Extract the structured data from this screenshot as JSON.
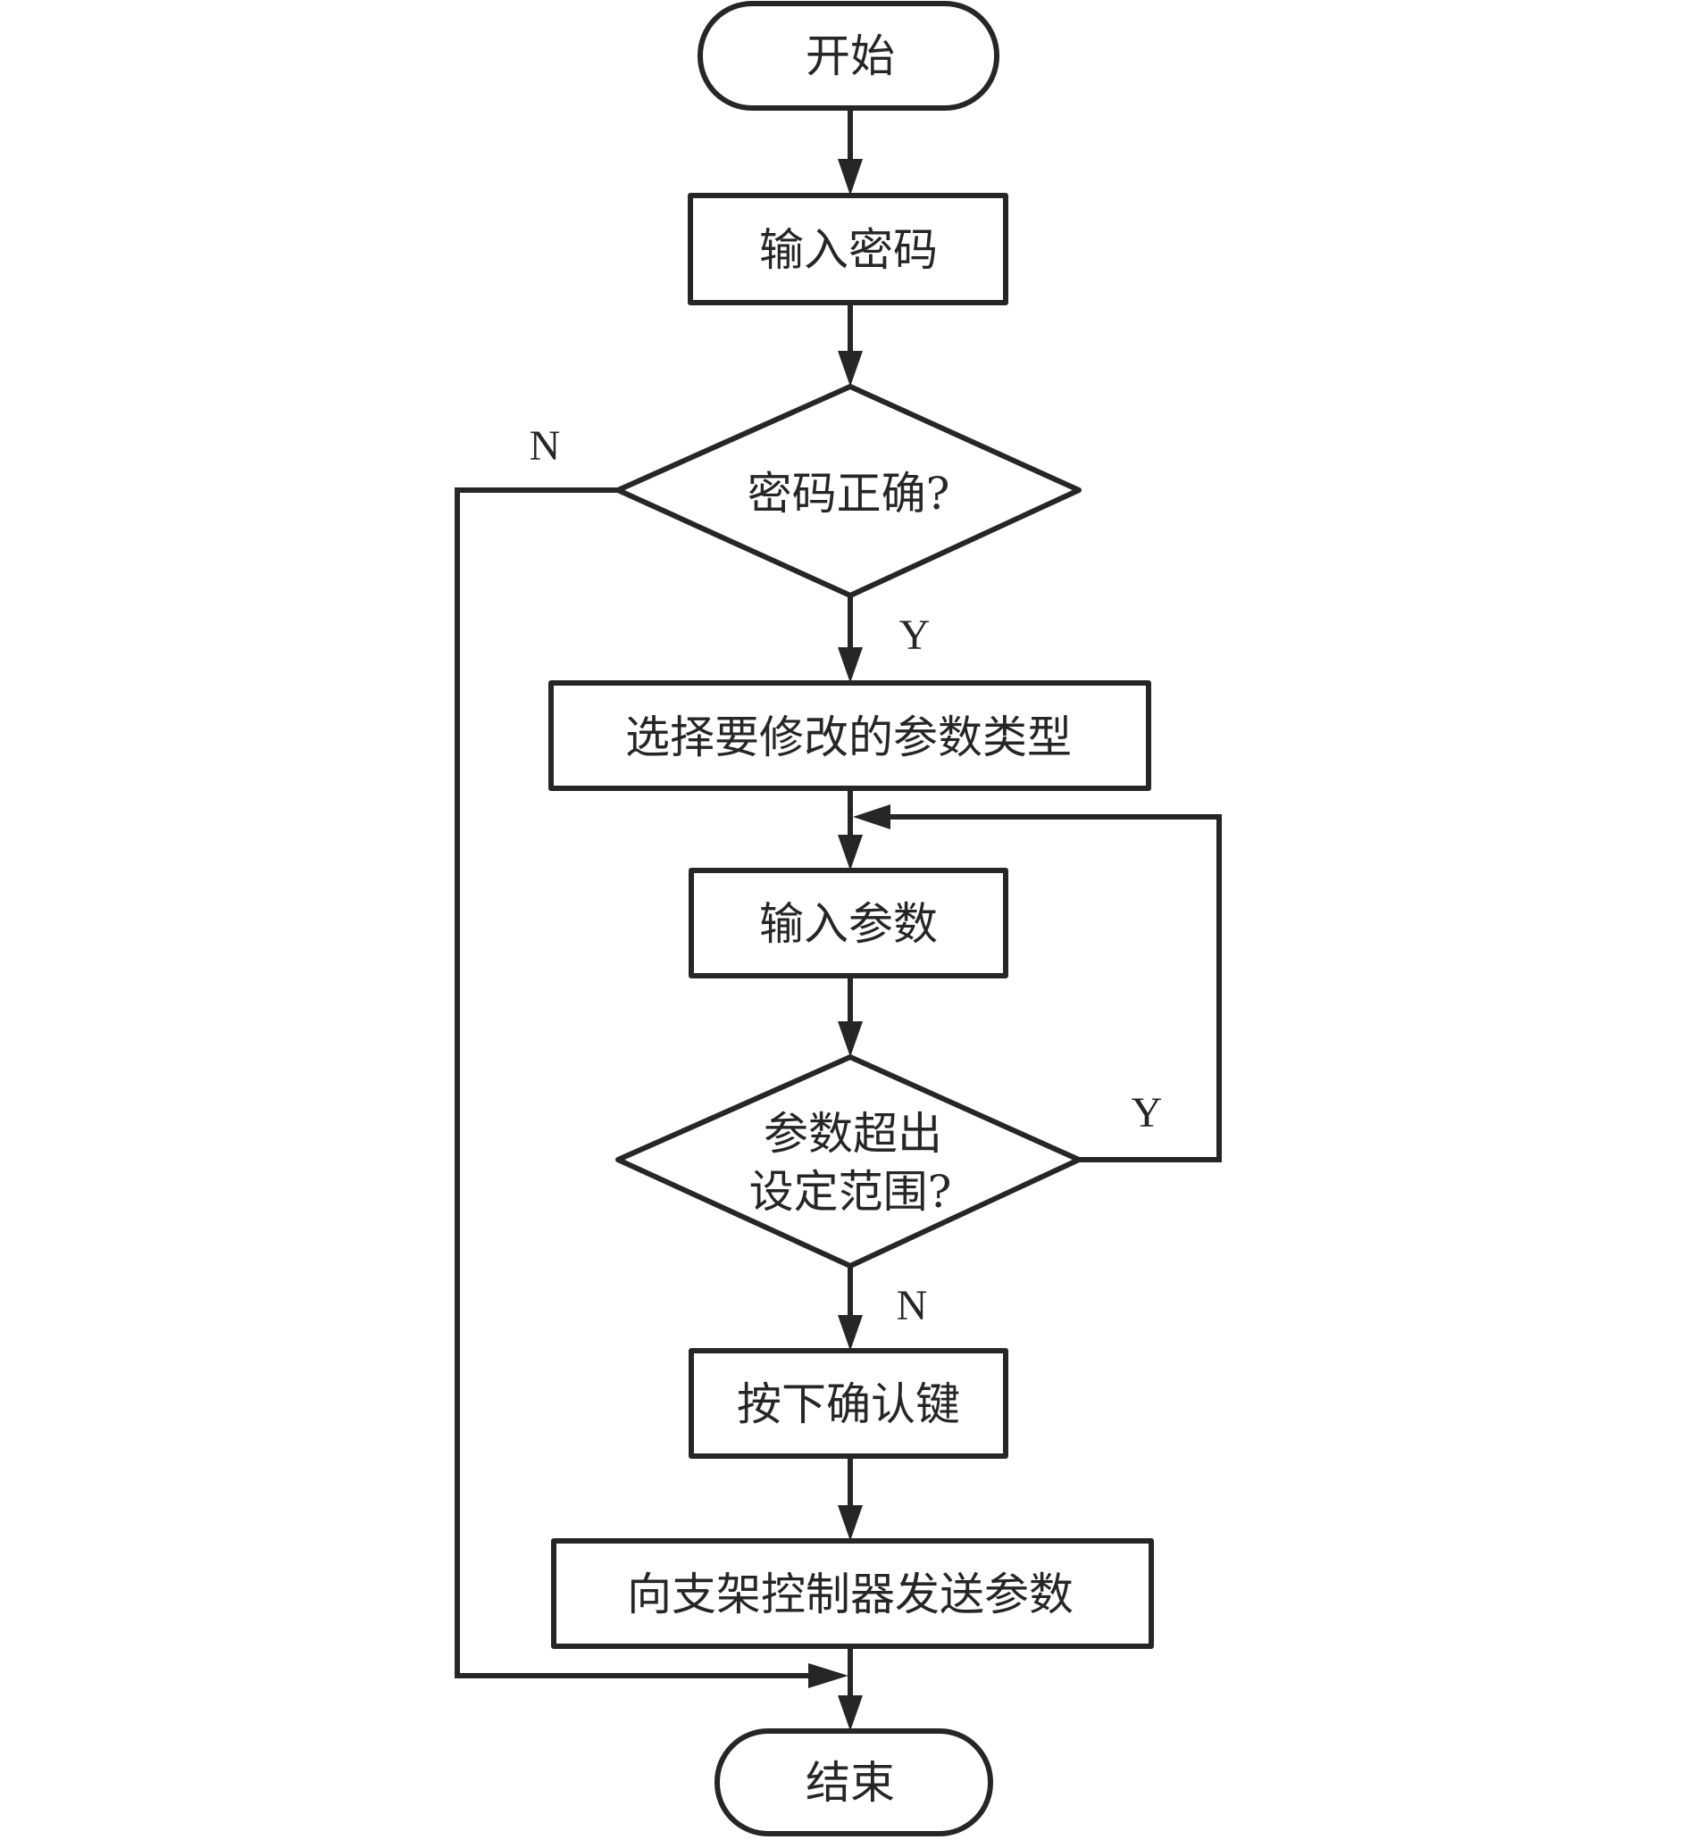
{
  "diagram": {
    "type": "flowchart",
    "nodes": {
      "start": {
        "kind": "terminal",
        "text": "开始"
      },
      "input_password": {
        "kind": "process",
        "text": "输入密码"
      },
      "password_check": {
        "kind": "decision",
        "text": "密码正确?"
      },
      "select_param_type": {
        "kind": "process",
        "text": "选择要修改的参数类型"
      },
      "input_params": {
        "kind": "process",
        "text": "输入参数"
      },
      "range_check": {
        "kind": "decision",
        "lines": [
          "参数超出",
          "设定范围?"
        ]
      },
      "press_confirm": {
        "kind": "process",
        "text": "按下确认键"
      },
      "send_params": {
        "kind": "process",
        "text": "向支架控制器发送参数"
      },
      "end": {
        "kind": "terminal",
        "text": "结束"
      }
    },
    "edges": [
      {
        "from": "start",
        "to": "input_password",
        "label": ""
      },
      {
        "from": "input_password",
        "to": "password_check",
        "label": ""
      },
      {
        "from": "password_check",
        "to": "select_param_type",
        "label": "Y"
      },
      {
        "from": "password_check",
        "to": "end",
        "label": "N"
      },
      {
        "from": "select_param_type",
        "to": "input_params",
        "label": ""
      },
      {
        "from": "input_params",
        "to": "range_check",
        "label": ""
      },
      {
        "from": "range_check",
        "to": "input_params",
        "label": "Y"
      },
      {
        "from": "range_check",
        "to": "press_confirm",
        "label": "N"
      },
      {
        "from": "press_confirm",
        "to": "send_params",
        "label": ""
      },
      {
        "from": "send_params",
        "to": "end",
        "label": ""
      }
    ],
    "branch_labels": {
      "password_yes": "Y",
      "password_no": "N",
      "range_yes": "Y",
      "range_no": "N"
    }
  }
}
